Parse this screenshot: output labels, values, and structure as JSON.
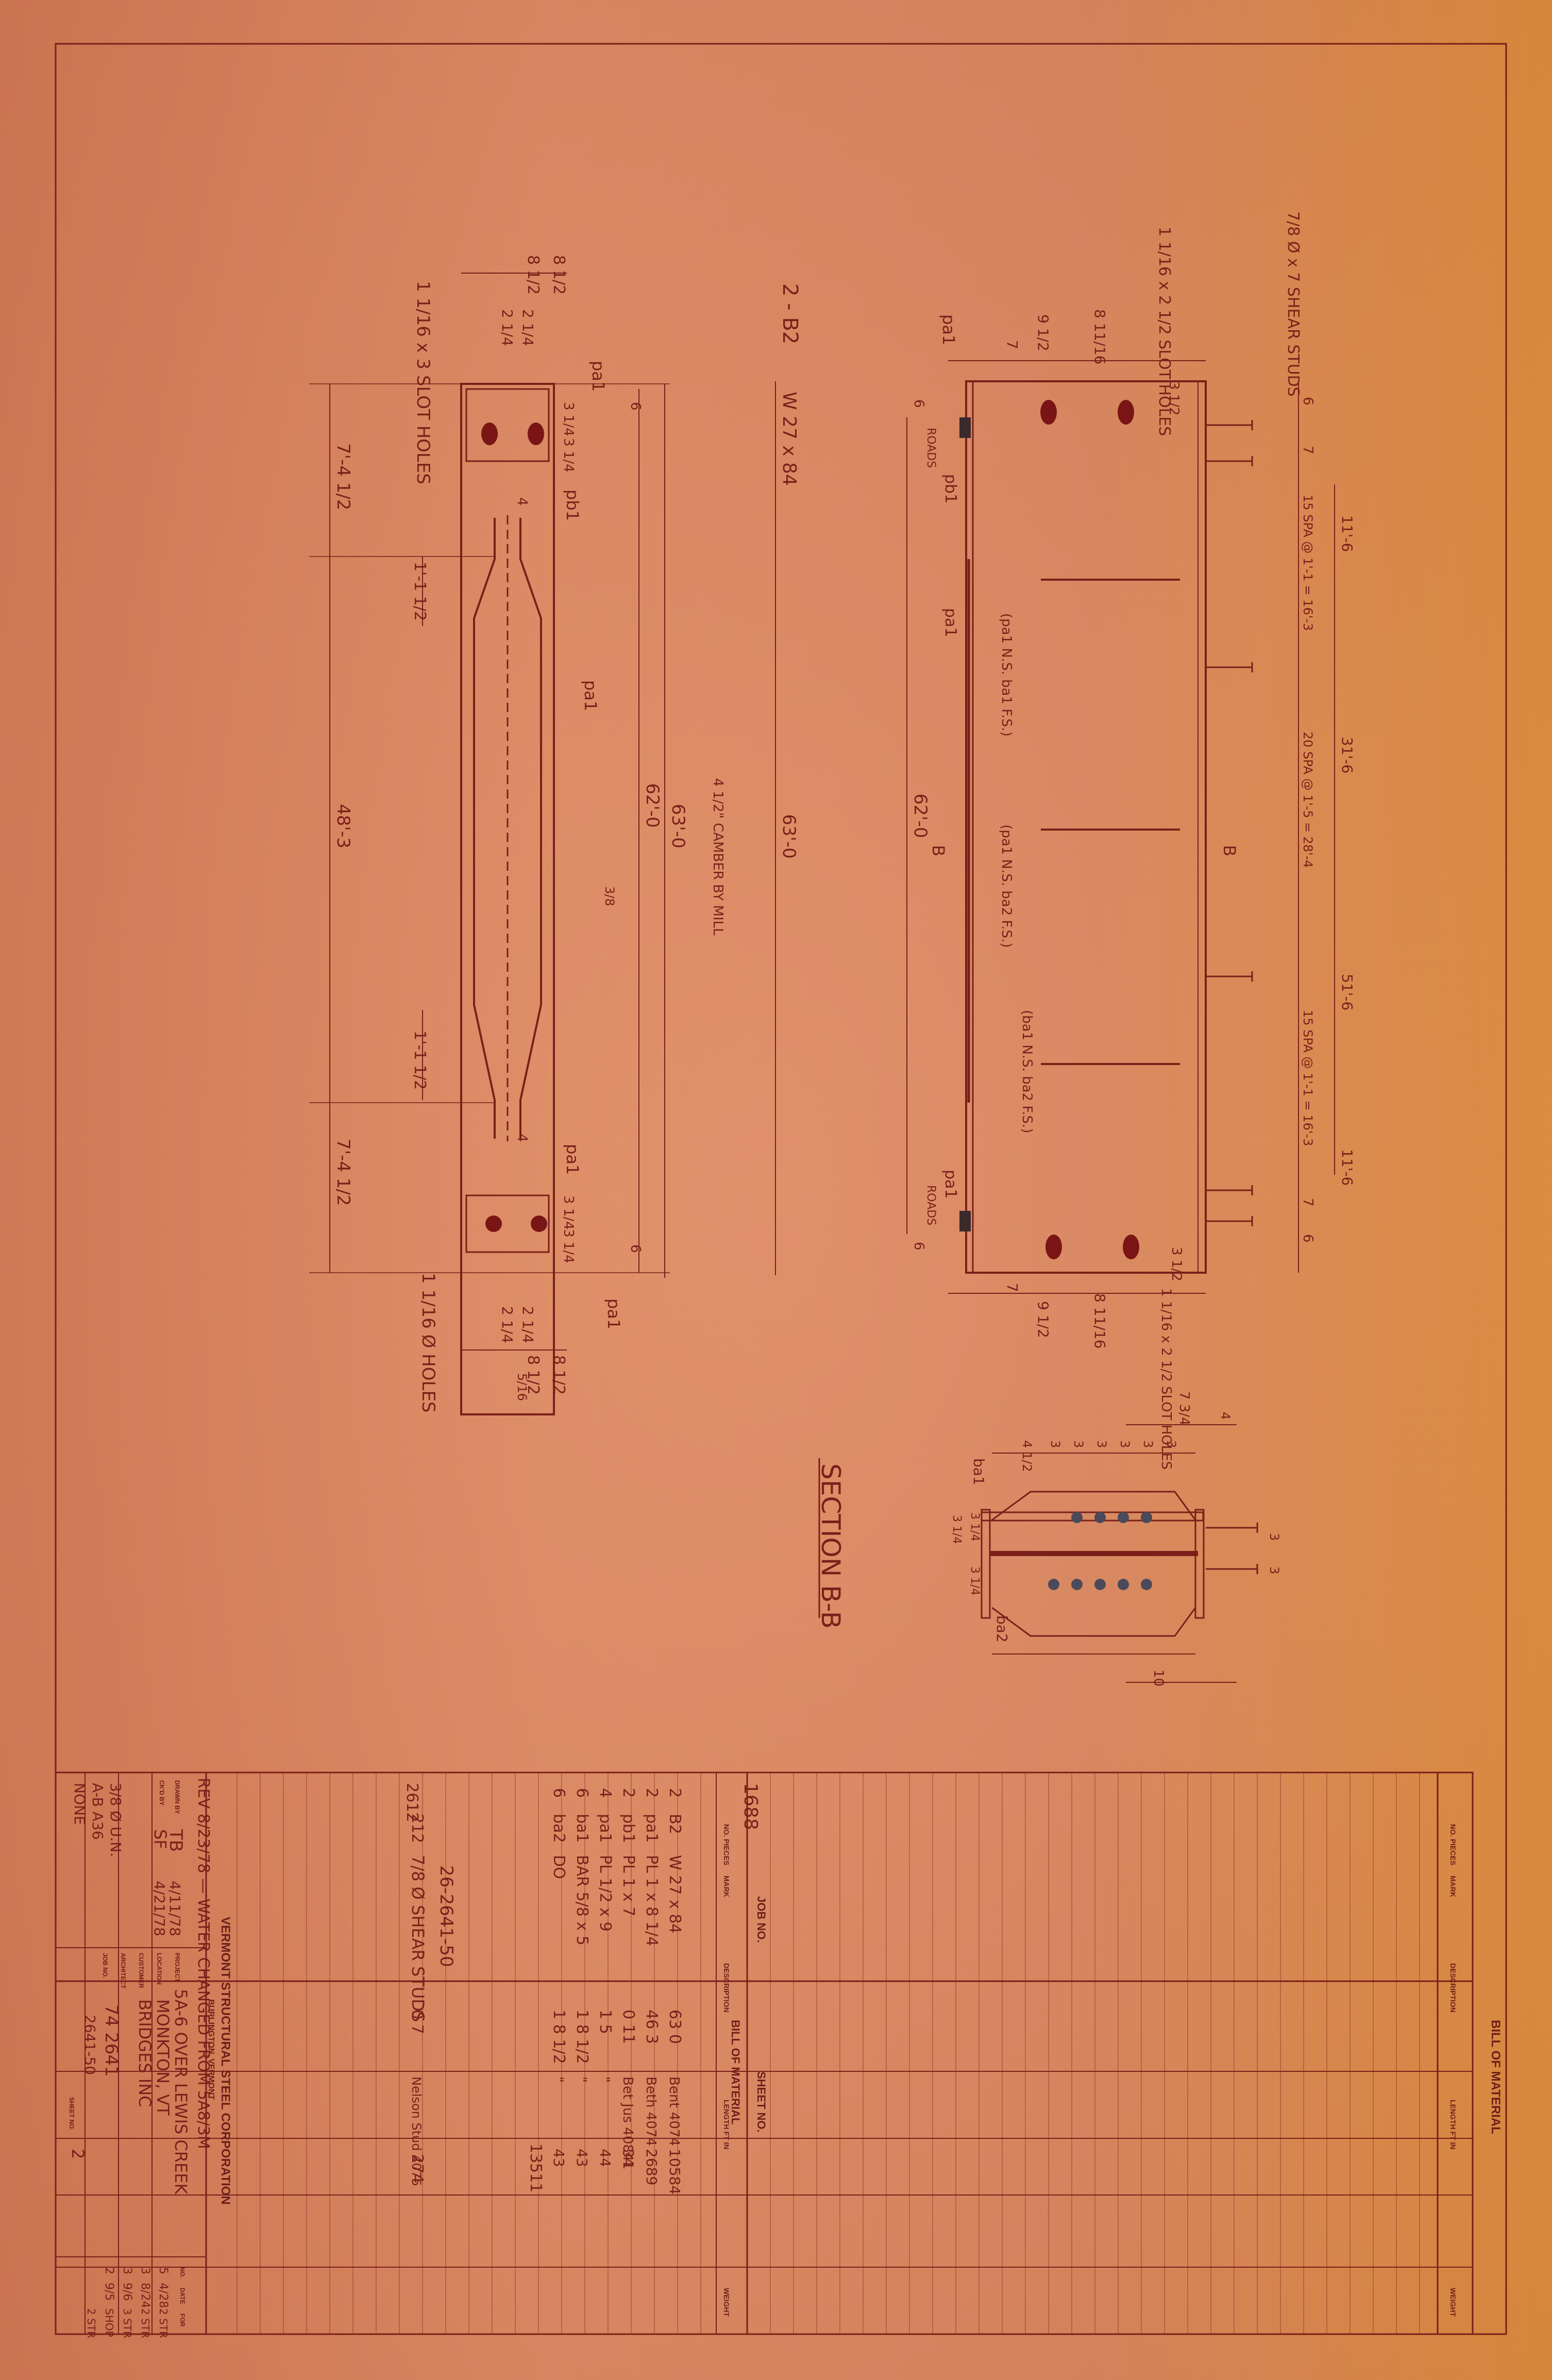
{
  "sheet": {
    "ink_color": "#7a1f1a",
    "paper_color": "#d9825a"
  },
  "left_view": {
    "slot_note": "1 1/16 x 3 SLOT HOLES",
    "hole_note": "1 1/16 Ø HOLES",
    "dims_top": [
      "8 1/2",
      "8 1/2",
      "2 1/4",
      "2 1/4"
    ],
    "dims_bottom": [
      "2 1/4",
      "2 1/4",
      "8 1/2",
      "8 1/2"
    ],
    "overall": [
      "7'-4 1/2",
      "48'-3",
      "7'-4 1/2",
      "62'-0",
      "63'-0",
      "1'-1 1/2",
      "1'-1 1/2"
    ],
    "small_dims": [
      "3 1/4",
      "3 1/4",
      "3 1/4",
      "3 1/4",
      "6",
      "6",
      "4",
      "4",
      "3/8",
      "5/16"
    ],
    "pl_labels": [
      "pa1",
      "pb1",
      "pa1",
      "pa1",
      "pa1"
    ]
  },
  "right_view": {
    "member": "2 - B2",
    "section": "W 27 x 84",
    "camber": "4 1/2\" CAMBER BY MILL",
    "length": "63'-0",
    "inner_length": "62'-0",
    "studs_note": "7/8 Ø x 7 SHEAR STUDS",
    "slot_note": "1 1/16 x 2 1/2 SLOT HOLES",
    "slot_note_bottom": "1 1/16 x 2 1/2 SLOT HOLES",
    "dims_top": [
      "9 1/2",
      "8 11/16",
      "7",
      "3 1/2"
    ],
    "dims_bottom": [
      "7",
      "9 1/2",
      "8 11/16",
      "3 1/2"
    ],
    "stud_spacing": [
      "6",
      "7",
      "15 SPA @ 1'-1 = 16'-3",
      "11'-6",
      "20 SPA @ 1'-5 = 28'-4",
      "31'-6",
      "15 SPA @ 1'-1 = 16'-3",
      "51'-6",
      "11'-6",
      "7",
      "6"
    ],
    "labels": [
      "pa1",
      "pb1",
      "pa1",
      "pa1",
      "ROADS",
      "ROADS",
      "6",
      "6"
    ],
    "stiffener_notes": [
      "(pa1 N.S. ba1 F.S.)",
      "(pa1 N.S. ba2 F.S.)",
      "(ba1 N.S. ba2 F.S.)"
    ],
    "section_mark": "B"
  },
  "section_bb": {
    "title": "SECTION B-B",
    "dims": [
      "4 1/2",
      "3",
      "3",
      "3",
      "3",
      "3",
      "3",
      "7 3/4",
      "4",
      "3 1/4",
      "3 1/4",
      "3 1/4",
      "3",
      "3",
      "10"
    ],
    "labels": [
      "ba1",
      "ba2"
    ]
  },
  "bom": {
    "header": "BILL OF MATERIAL",
    "job_label": "JOB NO.",
    "sheet_label": "SHEET NO.",
    "columns": [
      "NO. PIECES",
      "MARK",
      "DESCRIPTION",
      "LENGTH FT IN",
      "WEIGHT"
    ],
    "index": "1688",
    "rows": [
      [
        "2",
        "B2",
        "W 27 x 84",
        "63 0",
        "Bent 4074",
        "10584"
      ],
      [
        "2",
        "pa1",
        "PL 1 x 8 1/4",
        "46 3",
        "Beth 4074",
        "2689"
      ],
      [
        "2",
        "pb1",
        "PL 1 x 7",
        "0 11",
        "Bet Jus 40841",
        "34"
      ],
      [
        "4",
        "pa1",
        "PL 1/2 x 9",
        "1 5",
        "\"",
        "44"
      ],
      [
        "6",
        "ba1",
        "BAR 5/8 x 5",
        "1 8 1/2",
        "\"",
        "43"
      ],
      [
        "6",
        "ba2",
        "DO",
        "1 8 1/2",
        "\"",
        "43"
      ]
    ],
    "subtotal_a": "13511",
    "subtotal_b": "26-2641-50",
    "stud_row": [
      "212",
      "7/8 Ø SHEAR STUDS",
      "0 7",
      "Nelson Stud 4075",
      "274"
    ],
    "mark_code": "2612"
  },
  "title_block": {
    "company": "VERMONT STRUCTURAL STEEL CORPORATION",
    "city": "BURLINGTON, VERMONT",
    "revision": "REV 8/23/78 — WATER CHANGED FROM 5A8/3M",
    "drawn_by_label": "DRAWN BY",
    "drawn_by": "TB",
    "drawn_date": "4/11/78",
    "checked_by_label": "CK'D BY",
    "checked_by": "SF",
    "checked_date": "4/21/78",
    "project_label": "PROJECT",
    "project": "5A-6 OVER LEWIS CREEK",
    "location_label": "LOCATION",
    "location": "MONKTON, VT",
    "customer_label": "CUSTOMER",
    "customer": "BRIDGES INC",
    "architect_label": "ARCHITECT",
    "job_no_label": "JOB NO.",
    "job_no": "74 2641",
    "job_no_2": "2641-50",
    "sheet_no_label": "SHEET NO.",
    "sheet_no": "2",
    "notes": [
      "3/8 Ø U.N.",
      "A-B A36",
      "NONE"
    ],
    "print_record": [
      "NO.",
      "DATE",
      "FOR"
    ],
    "print_rows": [
      [
        "5",
        "4/28",
        "2 STR"
      ],
      [
        "3",
        "8/24",
        "2 STR"
      ],
      [
        "3",
        "9/6",
        "3 STR"
      ],
      [
        "2",
        "9/5",
        "SHOP"
      ],
      [
        "",
        "",
        "2 STR"
      ]
    ]
  }
}
